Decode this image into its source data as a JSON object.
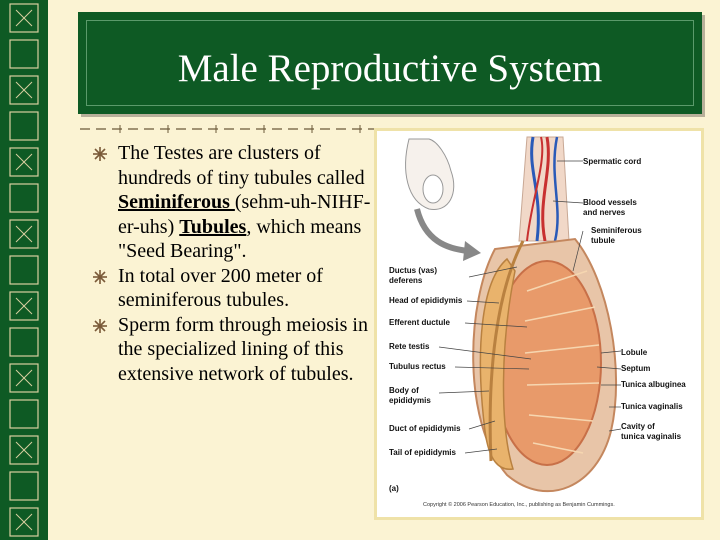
{
  "slide": {
    "title": "Male Reproductive System",
    "bullets": [
      {
        "pre": "The Testes are clusters of hundreds of tiny tubules called ",
        "term1": "Seminiferous ",
        "mid": "(sehm-uh-NIHF-er-uhs) ",
        "term2": "Tubules",
        "post": ", which means \"Seed Bearing\"."
      },
      {
        "text": "In total over 200 meter of seminiferous tubules."
      },
      {
        "text": "Sperm form through meiosis in the specialized lining of this extensive network of tubules."
      }
    ]
  },
  "figure": {
    "labels_right": {
      "spermatic_cord": "Spermatic cord",
      "blood_vessels_1": "Blood vessels",
      "blood_vessels_2": "and nerves",
      "seminiferous_1": "Seminiferous",
      "seminiferous_2": "tubule",
      "lobule": "Lobule",
      "septum": "Septum",
      "tunica_albuginea": "Tunica albuginea",
      "tunica_vaginalis": "Tunica vaginalis",
      "cavity_1": "Cavity of",
      "cavity_2": "tunica vaginalis"
    },
    "labels_left": {
      "ductus_1": "Ductus (vas)",
      "ductus_2": "deferens",
      "head_epididymis": "Head of epididymis",
      "efferent": "Efferent ductule",
      "rete_testis": "Rete testis",
      "tubulus_rectus": "Tubulus rectus",
      "body_1": "Body of",
      "body_2": "epididymis",
      "duct_epididymis": "Duct of epididymis",
      "tail_epididymis": "Tail of epididymis"
    },
    "panel_letter": "(a)",
    "copyright": "Copyright © 2006 Pearson Education, Inc., publishing as Benjamin Cummings."
  },
  "colors": {
    "background": "#fbf3d3",
    "panel_green": "#0e5a24",
    "title_text": "#ffffff",
    "bullet_icon": "#7a5a38"
  }
}
